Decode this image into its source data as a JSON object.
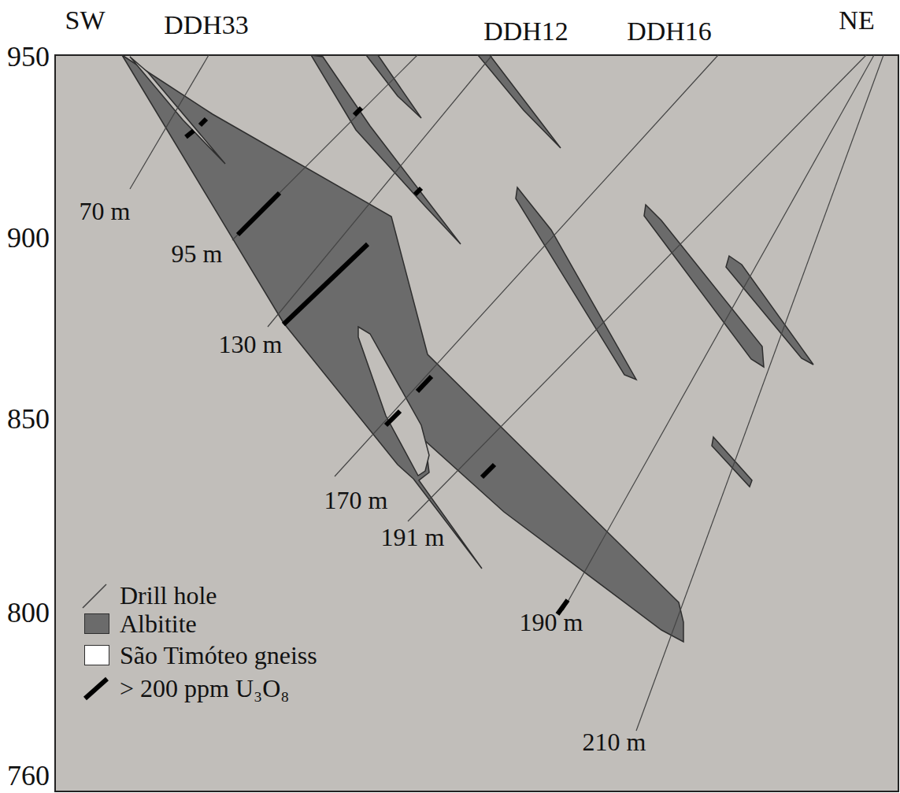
{
  "diagram": {
    "labels": [
      "SW",
      "DDH33",
      "DDH12",
      "DDH16",
      "NE",
      "950",
      "900",
      "850",
      "800",
      "760",
      "70 m",
      "95 m",
      "130 m",
      "170 m",
      "191 m",
      "190 m",
      "210 m"
    ],
    "legend": [
      {
        "text": "Drill hole"
      },
      {
        "text": "Albitite",
        "color": "#6b6b6b"
      },
      {
        "text": "São Timóteo gneiss",
        "color": "#ffffff"
      },
      {
        "text": "> 200 ppm U₃O₈"
      }
    ]
  }
}
